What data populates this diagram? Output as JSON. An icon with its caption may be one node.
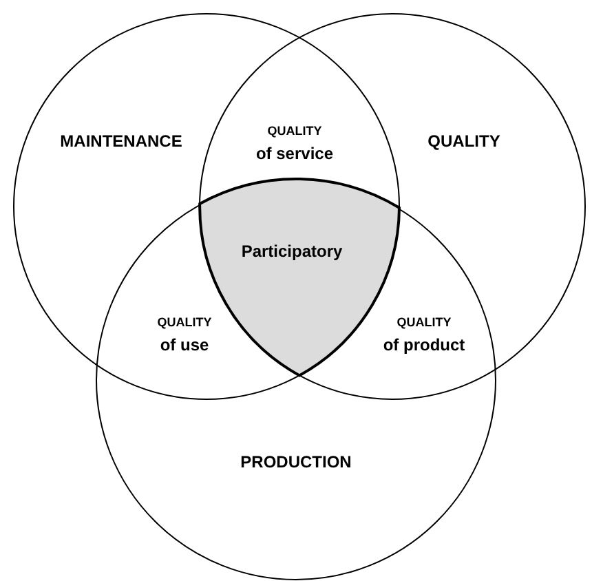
{
  "diagram": {
    "nodes": [
      {
        "text": [
          "MAINTENANCE"
        ]
      },
      {
        "text": [
          "QUALITY"
        ]
      },
      {
        "text": [
          "PRODUCTION"
        ]
      },
      {
        "text": [
          "Participatory"
        ]
      }
    ],
    "labels": [
      "QUALITY",
      "of service",
      "QUALITY",
      "of use",
      "QUALITY",
      "of product"
    ]
  }
}
